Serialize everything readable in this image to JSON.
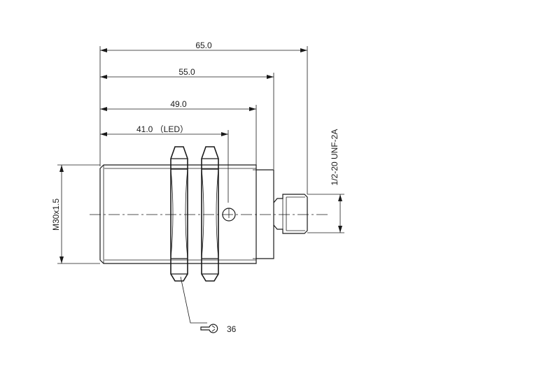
{
  "dimensions": {
    "overall_length": "65.0",
    "length_55": "55.0",
    "length_49": "49.0",
    "led_position": "41.0 （LED）",
    "housing_thread": "M30x1.5",
    "connector_thread": "1/2-20 UNF-2A",
    "wrench_size": "36"
  },
  "icons": {
    "wrench": "wrench-icon"
  }
}
